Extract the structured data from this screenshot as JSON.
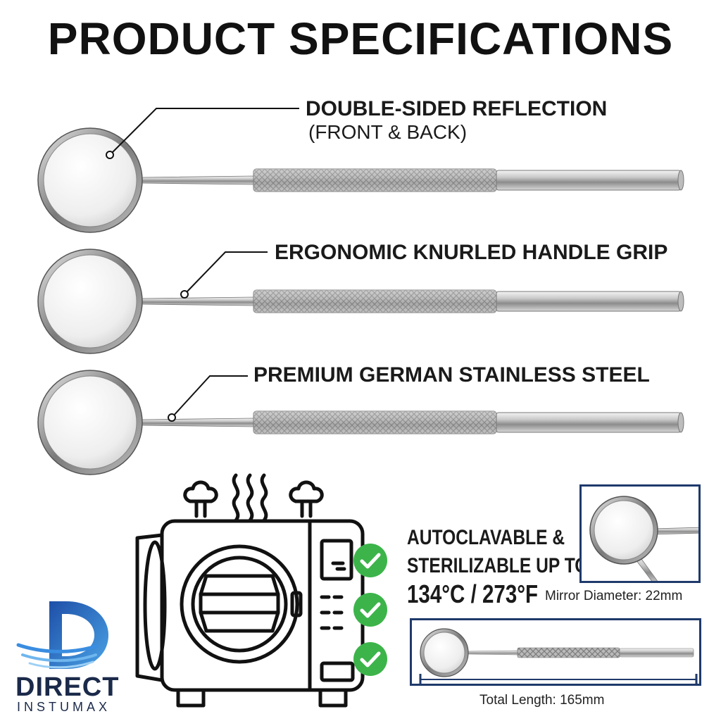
{
  "title": "PRODUCT SPECIFICATIONS",
  "callouts": {
    "reflection_line1": "DOUBLE-SIDED REFLECTION",
    "reflection_line2": "(FRONT & BACK)",
    "handle": "ERGONOMIC KNURLED HANDLE GRIP",
    "steel": "PREMIUM GERMAN STAINLESS STEEL"
  },
  "autoclave": {
    "line1": "AUTOCLAVABLE &",
    "line2": "STERILIZABLE UP TO",
    "line3": "134°C / 273°F"
  },
  "dimensions": {
    "mirror_diameter": "Mirror Diameter: 22mm",
    "total_length": "Total Length: 165mm"
  },
  "brand": {
    "name": "DIRECT",
    "sub": "INSTUMAX"
  },
  "colors": {
    "accent_navy": "#1f3a6b",
    "check_green": "#3cb44a",
    "logo_blue": "#2a6fd1"
  },
  "icons": [
    "mirror-icon",
    "autoclave-icon",
    "steam-icon",
    "checkmark-icon",
    "brand-logo-icon"
  ]
}
